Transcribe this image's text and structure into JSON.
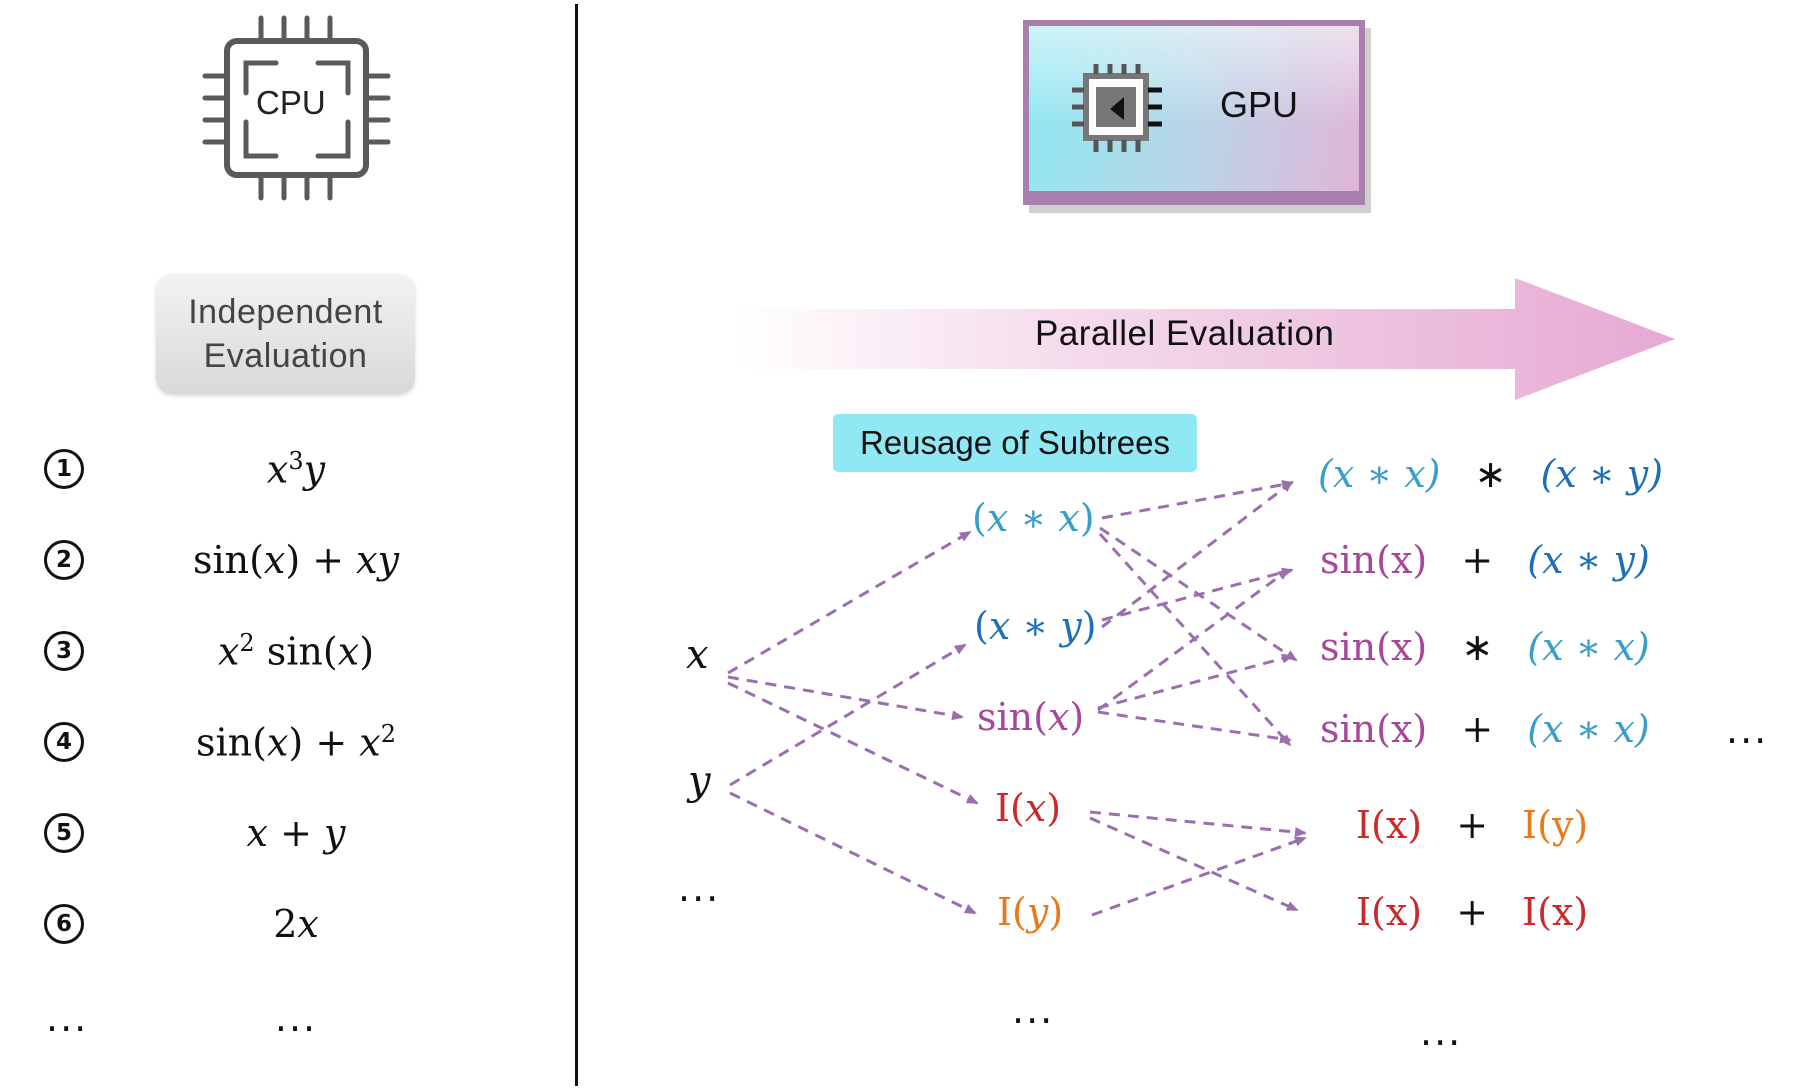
{
  "cpu": {
    "label": "CPU"
  },
  "gpu": {
    "label": "GPU"
  },
  "independent": {
    "line1": "Independent",
    "line2": "Evaluation"
  },
  "parallel": {
    "label": "Parallel Evaluation"
  },
  "reusage": {
    "label": "Reusage of Subtrees"
  },
  "left_list": {
    "numbers": [
      "1",
      "2",
      "3",
      "4",
      "5",
      "6"
    ],
    "expr1": {
      "a": "x",
      "sup": "3",
      "b": "y"
    },
    "expr2": {
      "a": "sin(",
      "b": "x",
      "c": ") + ",
      "d": "xy"
    },
    "expr3": {
      "a": "x",
      "sup": "2",
      "b": " sin(",
      "c": "x",
      "d": ")"
    },
    "expr4": {
      "a": "sin(",
      "b": "x",
      "c": ") + ",
      "d": "x",
      "sup": "2"
    },
    "expr5": {
      "a": "x",
      "b": " + ",
      "c": "y"
    },
    "expr6": {
      "a": "2",
      "b": "x"
    },
    "ellipsis_num": "...",
    "ellipsis_expr": "..."
  },
  "inputs": {
    "x": "x",
    "y": "y",
    "ellipsis": "..."
  },
  "mid": {
    "xx": {
      "a": "(",
      "b": "x",
      "c": " ∗ ",
      "d": "x",
      "e": ")"
    },
    "xy": {
      "a": "(",
      "b": "x",
      "c": " ∗ ",
      "d": "y",
      "e": ")"
    },
    "sin": {
      "a": "sin(",
      "b": "x",
      "c": ")"
    },
    "ix": {
      "a": "I(",
      "b": "x",
      "c": ")"
    },
    "iy": {
      "a": "I(",
      "b": "y",
      "c": ")"
    },
    "ellipsis": "..."
  },
  "right": {
    "r1": {
      "l": "(x ∗ x)",
      "op": "∗",
      "r": "(x ∗ y)"
    },
    "r2": {
      "l": "sin(x)",
      "op": "+",
      "r": "(x ∗ y)"
    },
    "r3": {
      "l": "sin(x)",
      "op": "∗",
      "r": "(x ∗ x)"
    },
    "r4": {
      "l": "sin(x)",
      "op": "+",
      "r": "(x ∗ x)"
    },
    "r5": {
      "l": "I(x)",
      "op": "+",
      "r": "I(y)"
    },
    "r6": {
      "l": "I(x)",
      "op": "+",
      "r": "I(x)"
    },
    "ellipsis_bottom": "...",
    "ellipsis_side": "..."
  },
  "colors": {
    "arrow": "#9b6fae",
    "cyan": "#3a9ec9",
    "blue": "#1d6fb8",
    "magenta": "#a8479a",
    "red": "#cc2a2a",
    "orange": "#e8791c",
    "pink_arrow": "#e9b2d6"
  }
}
